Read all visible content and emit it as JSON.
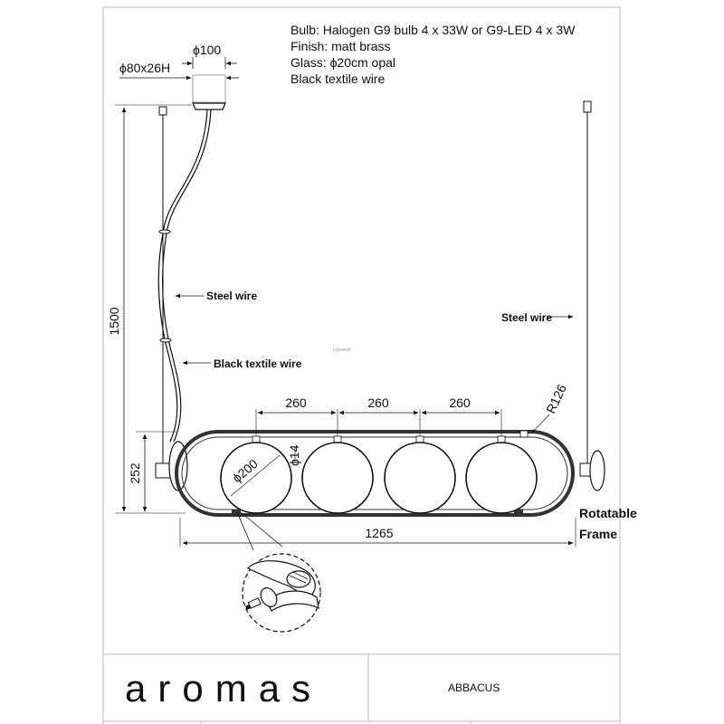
{
  "specs": {
    "bulb": "Bulb: Halogen G9 bulb 4 x 33W or  G9-LED 4 x 3W",
    "finish": "Finish: matt brass",
    "glass": "Glass: ϕ20cm opal",
    "wire": "Black textile wire"
  },
  "dimensions": {
    "canopy_diameter": "ϕ100",
    "canopy_size": "ϕ80x26H",
    "height": "1500",
    "spacing": [
      "260",
      "260",
      "260"
    ],
    "radius": "R126",
    "globe_diameter": "ϕ200",
    "stem_diameter": "ϕ14",
    "frame_height": "252",
    "total_length": "1265"
  },
  "labels": {
    "steel_wire_left": "Steel wire",
    "steel_wire_right": "Steel wire",
    "textile_wire": "Black textile wire",
    "rotatable_line1": "Rotatable",
    "rotatable_line2": "Frame",
    "watermark": "Lumenet"
  },
  "footer": {
    "brand": "aromas",
    "model": "ABBACUS"
  },
  "colors": {
    "line": "#111111",
    "frame": "#333333",
    "border": "#bbbbbb"
  }
}
